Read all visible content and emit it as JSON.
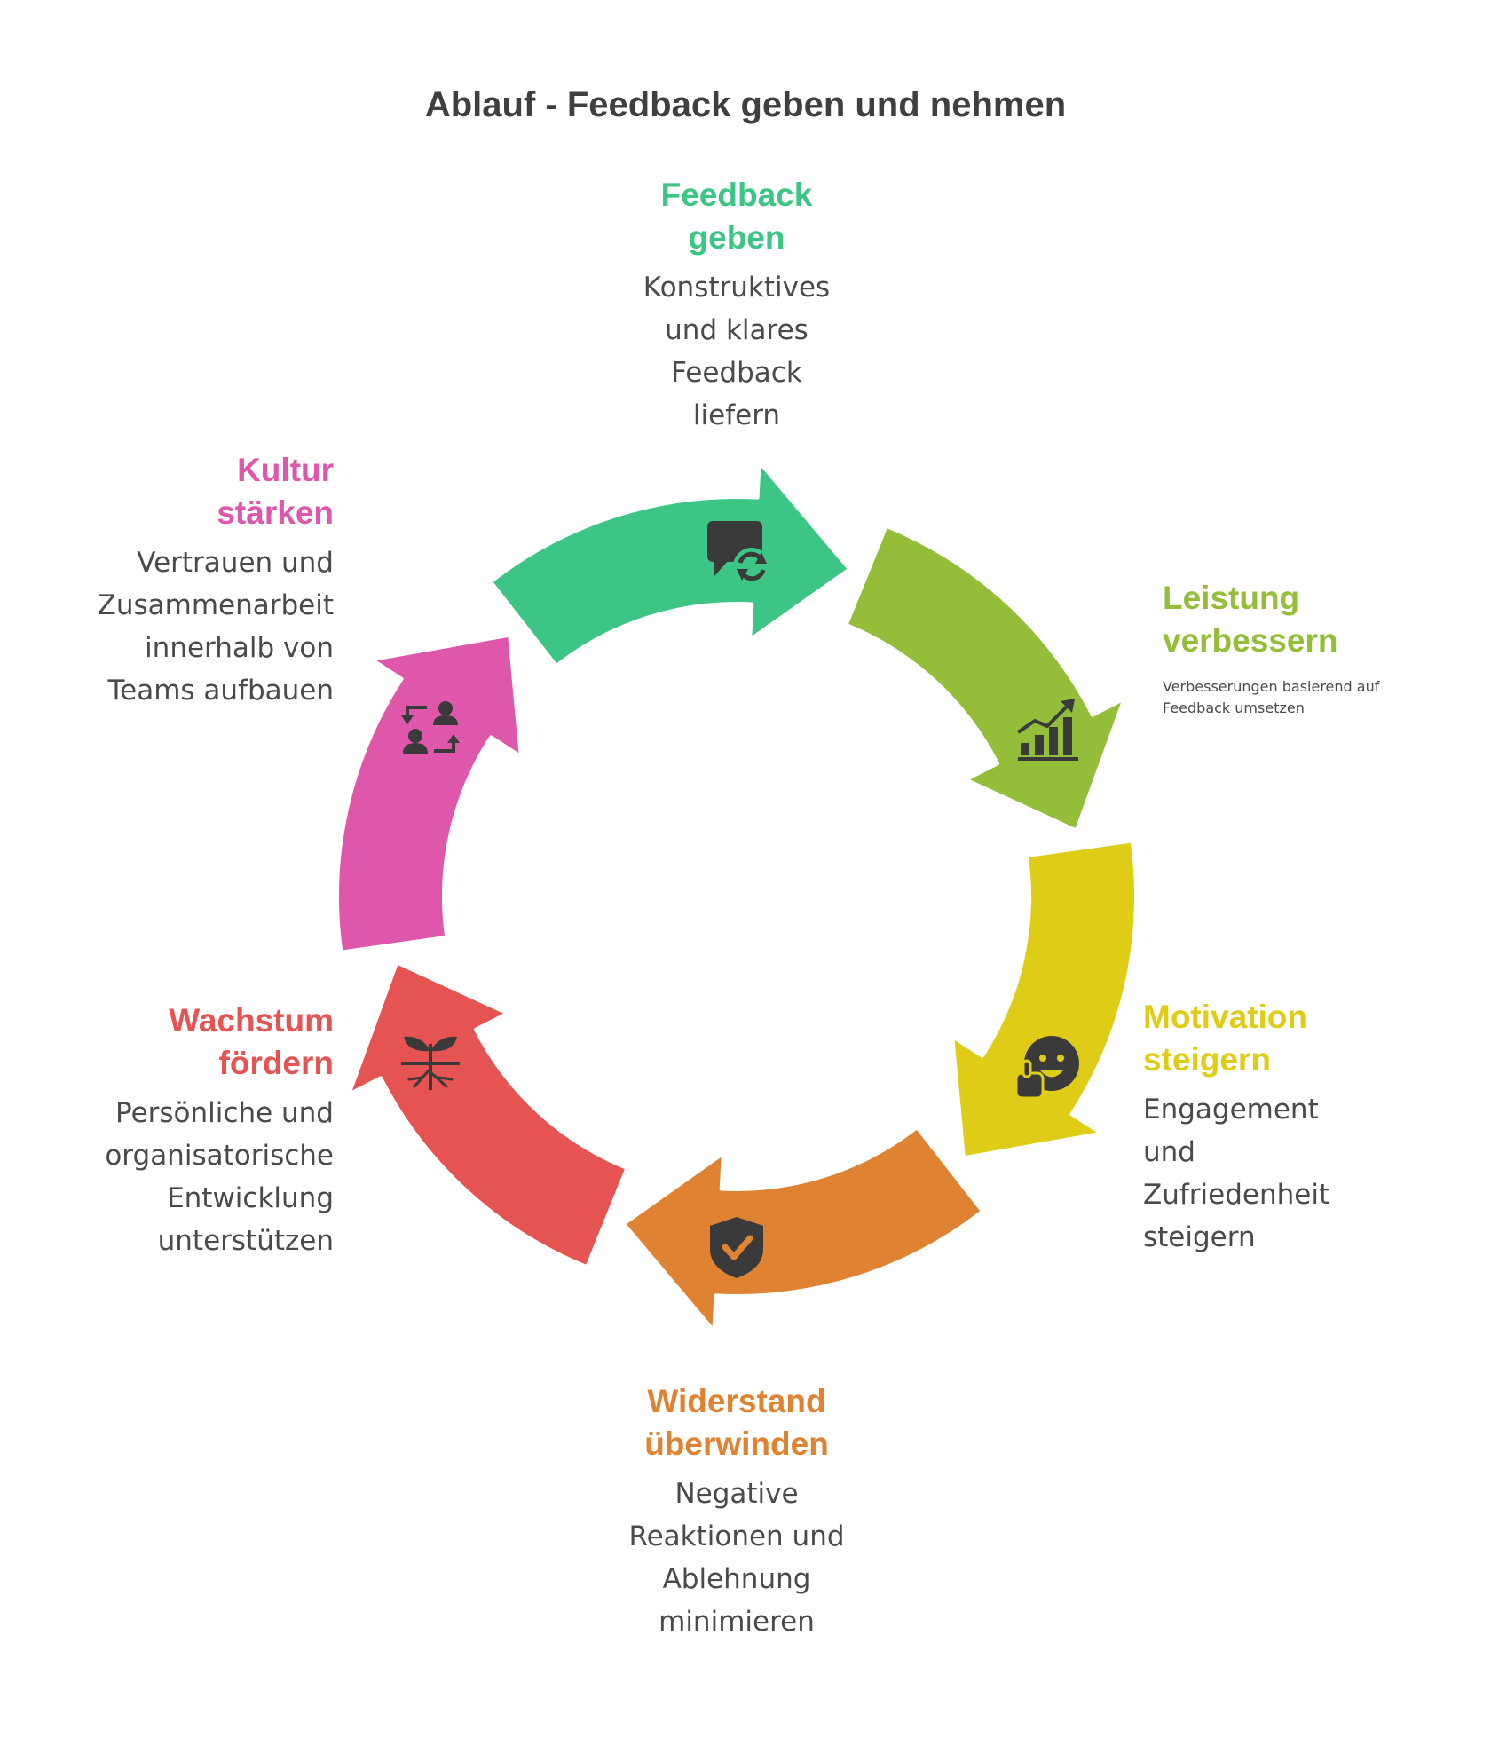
{
  "title": "Ablauf - Feedback geben und nehmen",
  "colors": {
    "text": "#3f3f3f",
    "icon": "#3a3a3a",
    "green": "#3dc585",
    "lime": "#94be3a",
    "yellow": "#dfcc16",
    "orange": "#df8232",
    "red": "#e55352",
    "pink": "#de57ab"
  },
  "steps": [
    {
      "id": "feedback",
      "title": "Feedback\ngeben",
      "description": "Konstruktives\nund klares\nFeedback\nliefern",
      "color": "#3dc585",
      "icon": "chat-refresh-icon"
    },
    {
      "id": "leistung",
      "title": "Leistung\nverbessern",
      "description": "Verbesserungen basierend auf\nFeedback umsetzen",
      "color": "#94be3a",
      "icon": "growth-chart-icon"
    },
    {
      "id": "motivation",
      "title": "Motivation\nsteigern",
      "description": "Engagement\nund\nZufriedenheit\nsteigern",
      "color": "#dfcc16",
      "icon": "smiley-thumbs-up-icon"
    },
    {
      "id": "widerstand",
      "title": "Widerstand\nüberwinden",
      "description": "Negative\nReaktionen und\nAblehnung\nminimieren",
      "color": "#df8232",
      "icon": "shield-check-icon"
    },
    {
      "id": "wachstum",
      "title": "Wachstum\nfördern",
      "description": "Persönliche und\norganisatorische\nEntwicklung\nunterstützen",
      "color": "#e55352",
      "icon": "plant-roots-icon"
    },
    {
      "id": "kultur",
      "title": "Kultur\nstärken",
      "description": "Vertrauen und\nZusammenarbeit\ninnerhalb von\nTeams aufbauen",
      "color": "#de57ab",
      "icon": "team-exchange-icon"
    }
  ]
}
